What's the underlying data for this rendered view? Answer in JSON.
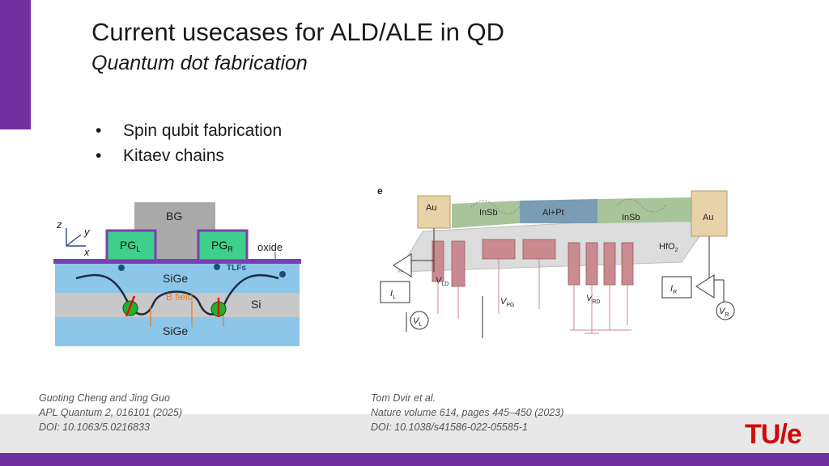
{
  "slide": {
    "title": "Current usecases for ALD/ALE in QD",
    "subtitle": "Quantum dot fabrication",
    "bullets": [
      "Spin qubit fabrication",
      "Kitaev chains"
    ]
  },
  "figure_left": {
    "labels": {
      "bg": "BG",
      "pgl": "PG",
      "pgl_sub": "L",
      "pgr": "PG",
      "pgr_sub": "R",
      "oxide": "oxide",
      "tlfs": "TLFs",
      "sige_top": "SiGe",
      "si": "Si",
      "sige_bottom": "SiGe",
      "bfield": "B field",
      "axis_z": "z",
      "axis_y": "y",
      "axis_x": "x"
    }
  },
  "figure_right": {
    "labels": {
      "panel": "e",
      "au_left": "Au",
      "au_right": "Au",
      "insb_left": "InSb",
      "insb_right": "InSb",
      "alpt": "Al+Pt",
      "hfo": "HfO",
      "hfo_sub": "2",
      "vld": "V",
      "vld_sub": "LD",
      "vpg": "V",
      "vpg_sub": "PG",
      "vrd": "V",
      "vrd_sub": "RD",
      "il": "I",
      "il_sub": "L",
      "ir": "I",
      "ir_sub": "R",
      "vl": "V",
      "vl_sub": "L",
      "vr": "V",
      "vr_sub": "R"
    }
  },
  "citations": {
    "left": [
      "Guoting Cheng and Jing Guo",
      "APL Quantum 2, 016101 (2025)",
      "DOI: 10.1063/5.0216833"
    ],
    "right": [
      "Tom Dvir et al.",
      "Nature volume 614, pages 445–450 (2023)",
      "DOI: 10.1038/s41586-022-05585-1"
    ]
  },
  "logo": "TU/e",
  "colors": {
    "accent": "#7030a0",
    "logo": "#d10a0a",
    "gate_green": "#3ed08a",
    "sige_blue": "#8cc6e8",
    "si_gray": "#c8c8c8",
    "gate_red": "#c98a90"
  }
}
